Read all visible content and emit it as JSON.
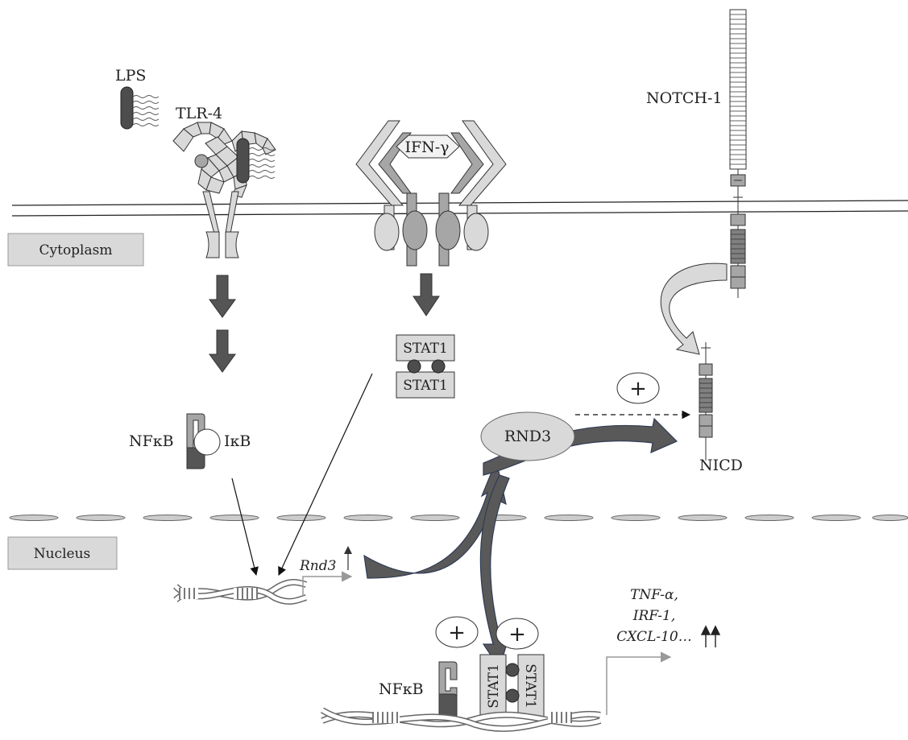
{
  "labels": {
    "lps": "LPS",
    "tlr4": "TLR-4",
    "notch1": "NOTCH-1",
    "ifng": "IFN-γ",
    "cytoplasm": "Cytoplasm",
    "nucleus": "Nucleus",
    "stat1": "STAT1",
    "nfkb": "NFκB",
    "ikb": "IκB",
    "rnd3_protein": "RND3",
    "nicd": "NICD",
    "rnd3_gene": "Rnd3",
    "tnf": "TNF-α,",
    "irf1": "IRF-1,",
    "cxcl10": "CXCL-10…",
    "plus": "+"
  },
  "colors": {
    "membrane": "#222222",
    "arrow_dark": "#555555",
    "receptor_light": "#d9d9d9",
    "receptor_mid": "#a6a6a6",
    "receptor_dark": "#808080",
    "compartment_box": "#d9d9d9",
    "swoosh": "#595959",
    "swoosh_edge": "#2f3b55"
  }
}
